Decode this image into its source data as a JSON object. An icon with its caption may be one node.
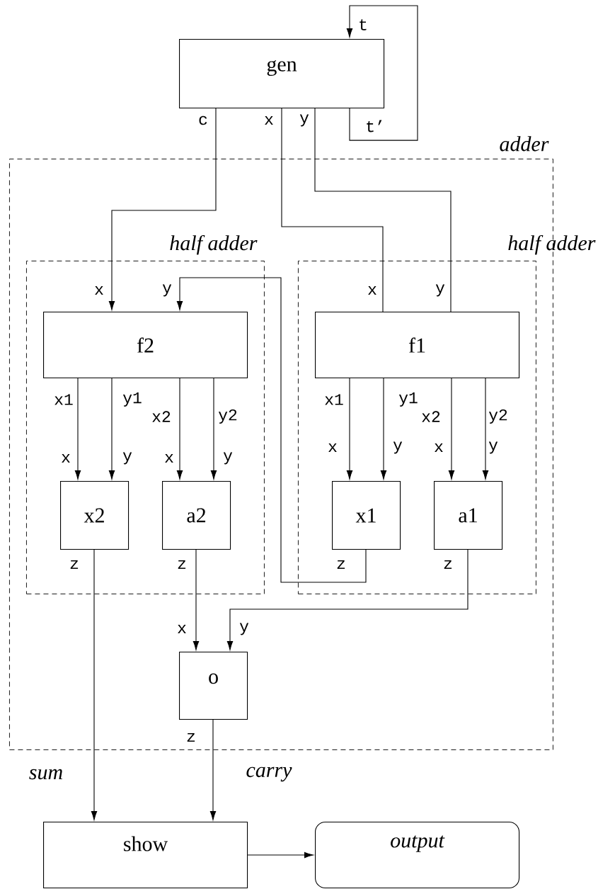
{
  "diagram": {
    "nodes": [
      {
        "text": [
          "gen"
        ]
      },
      {
        "text": [
          "adder"
        ]
      },
      {
        "text": [
          "half adder"
        ],
        "in": 1
      },
      {
        "text": [
          "f2"
        ],
        "in": 2
      },
      {
        "text": [
          "x2"
        ],
        "in": 2
      },
      {
        "text": [
          "a2"
        ],
        "in": 2
      },
      {
        "text": [
          "half adder"
        ],
        "in": 1
      },
      {
        "text": [
          "f1"
        ],
        "in": 6
      },
      {
        "text": [
          "x1"
        ],
        "in": 6
      },
      {
        "text": [
          "a1"
        ],
        "in": 6
      },
      {
        "text": [
          "o"
        ],
        "in": 1
      },
      {
        "text": [
          "show"
        ]
      },
      {
        "text": [
          "output"
        ]
      }
    ],
    "edges": [
      {
        "from": 0,
        "to": 0,
        "arrow": "to"
      },
      {
        "from": 0,
        "to": 3,
        "arrow": "to"
      },
      {
        "from": 0,
        "to": 7,
        "arrow": "none"
      },
      {
        "from": 0,
        "to": 7,
        "arrow": "none"
      },
      {
        "from": 3,
        "to": 4,
        "arrow": "to"
      },
      {
        "from": 3,
        "to": 4,
        "arrow": "to"
      },
      {
        "from": 3,
        "to": 5,
        "arrow": "to"
      },
      {
        "from": 3,
        "to": 5,
        "arrow": "to"
      },
      {
        "from": 7,
        "to": 8,
        "arrow": "to"
      },
      {
        "from": 7,
        "to": 8,
        "arrow": "to"
      },
      {
        "from": 7,
        "to": 9,
        "arrow": "to"
      },
      {
        "from": 7,
        "to": 9,
        "arrow": "to"
      },
      {
        "from": 8,
        "to": 3,
        "arrow": "to"
      },
      {
        "from": 4,
        "to": 11,
        "arrow": "to",
        "label": "sum"
      },
      {
        "from": 5,
        "to": 10,
        "arrow": "to"
      },
      {
        "from": 9,
        "to": 10,
        "arrow": "to"
      },
      {
        "from": 10,
        "to": 11,
        "arrow": "to",
        "label": "carry"
      },
      {
        "from": 11,
        "to": 12,
        "arrow": "to"
      }
    ],
    "labels": [
      "t",
      "c",
      "x",
      "y",
      "t’",
      "x",
      "y",
      "x",
      "y",
      "x1",
      "y1",
      "x2",
      "y2",
      "x1",
      "y1",
      "x2",
      "y2",
      "x",
      "y",
      "x",
      "y",
      "x",
      "y",
      "x",
      "y",
      "z",
      "z",
      "z",
      "z",
      "x",
      "y",
      "z"
    ]
  }
}
